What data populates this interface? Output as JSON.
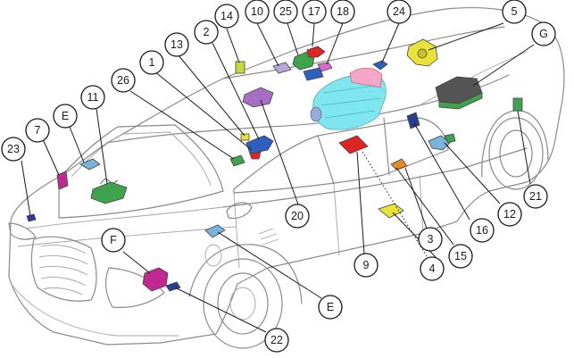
{
  "colors": {
    "yellow": "#e9e23a",
    "green": "#3fa34d",
    "red": "#e02424",
    "blue": "#2f5fbf",
    "lightblue": "#79b3dd",
    "purple": "#a66fc2",
    "magenta": "#c02a90",
    "orange": "#e58a1f",
    "darkgray": "#555555",
    "navy": "#2a3d8f",
    "cyan": "#7fe6f0"
  },
  "callouts": [
    {
      "id": "c-14",
      "label": "14"
    },
    {
      "id": "c-10",
      "label": "10"
    },
    {
      "id": "c-25",
      "label": "25"
    },
    {
      "id": "c-17",
      "label": "17"
    },
    {
      "id": "c-18",
      "label": "18"
    },
    {
      "id": "c-24",
      "label": "24"
    },
    {
      "id": "c-5",
      "label": "5"
    },
    {
      "id": "c-G",
      "label": "G"
    },
    {
      "id": "c-2",
      "label": "2"
    },
    {
      "id": "c-13",
      "label": "13"
    },
    {
      "id": "c-1",
      "label": "1"
    },
    {
      "id": "c-26",
      "label": "26"
    },
    {
      "id": "c-11",
      "label": "11"
    },
    {
      "id": "c-E-top",
      "label": "E"
    },
    {
      "id": "c-7",
      "label": "7"
    },
    {
      "id": "c-23",
      "label": "23"
    },
    {
      "id": "c-20",
      "label": "20"
    },
    {
      "id": "c-3",
      "label": "3"
    },
    {
      "id": "c-9",
      "label": "9"
    },
    {
      "id": "c-4",
      "label": "4"
    },
    {
      "id": "c-15",
      "label": "15"
    },
    {
      "id": "c-16",
      "label": "16"
    },
    {
      "id": "c-12",
      "label": "12"
    },
    {
      "id": "c-21",
      "label": "21"
    },
    {
      "id": "c-F",
      "label": "F"
    },
    {
      "id": "c-E-bottom",
      "label": "E"
    },
    {
      "id": "c-22",
      "label": "22"
    }
  ]
}
